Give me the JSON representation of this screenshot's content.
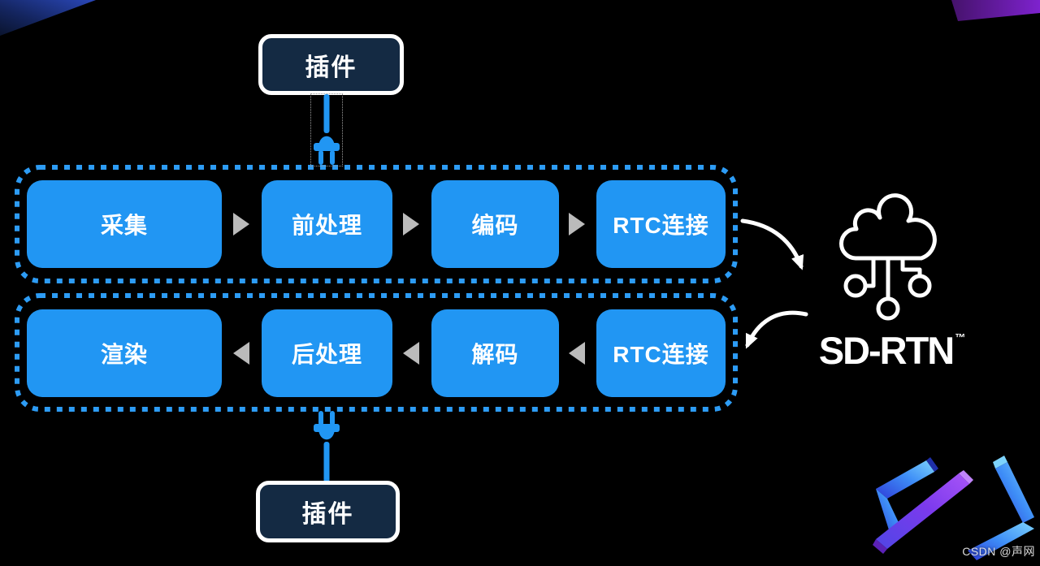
{
  "diagram": {
    "plugin_top": "插件",
    "plugin_bottom": "插件",
    "send_pipeline": [
      "采集",
      "前处理",
      "编码",
      "RTC连接"
    ],
    "receive_pipeline": [
      "渲染",
      "后处理",
      "解码",
      "RTC连接"
    ],
    "network_label": "SD-RTN",
    "network_tm": "™"
  },
  "watermark": "CSDN @声网",
  "colors": {
    "background": "#000000",
    "step_box_blue": "#2196F3",
    "plugin_box_navy": "#142A43",
    "dashed_container_blue": "#2D9CF5",
    "flow_arrow_gray": "#BBBBBB",
    "text_white": "#FFFFFF",
    "corner_wedge_blue": "#24409F",
    "corner_wedge_purple": "#6B21A8",
    "logo_blue": "#3E8EF7",
    "logo_purple": "#8B5CF6"
  },
  "icons": {
    "plug-icon": "power plug connector",
    "cloud-network-icon": "cloud with three network nodes",
    "flow-arrow-right-icon": "▶",
    "flow-arrow-left-icon": "◀",
    "curved-arrow-icon": "curved white arrow"
  }
}
